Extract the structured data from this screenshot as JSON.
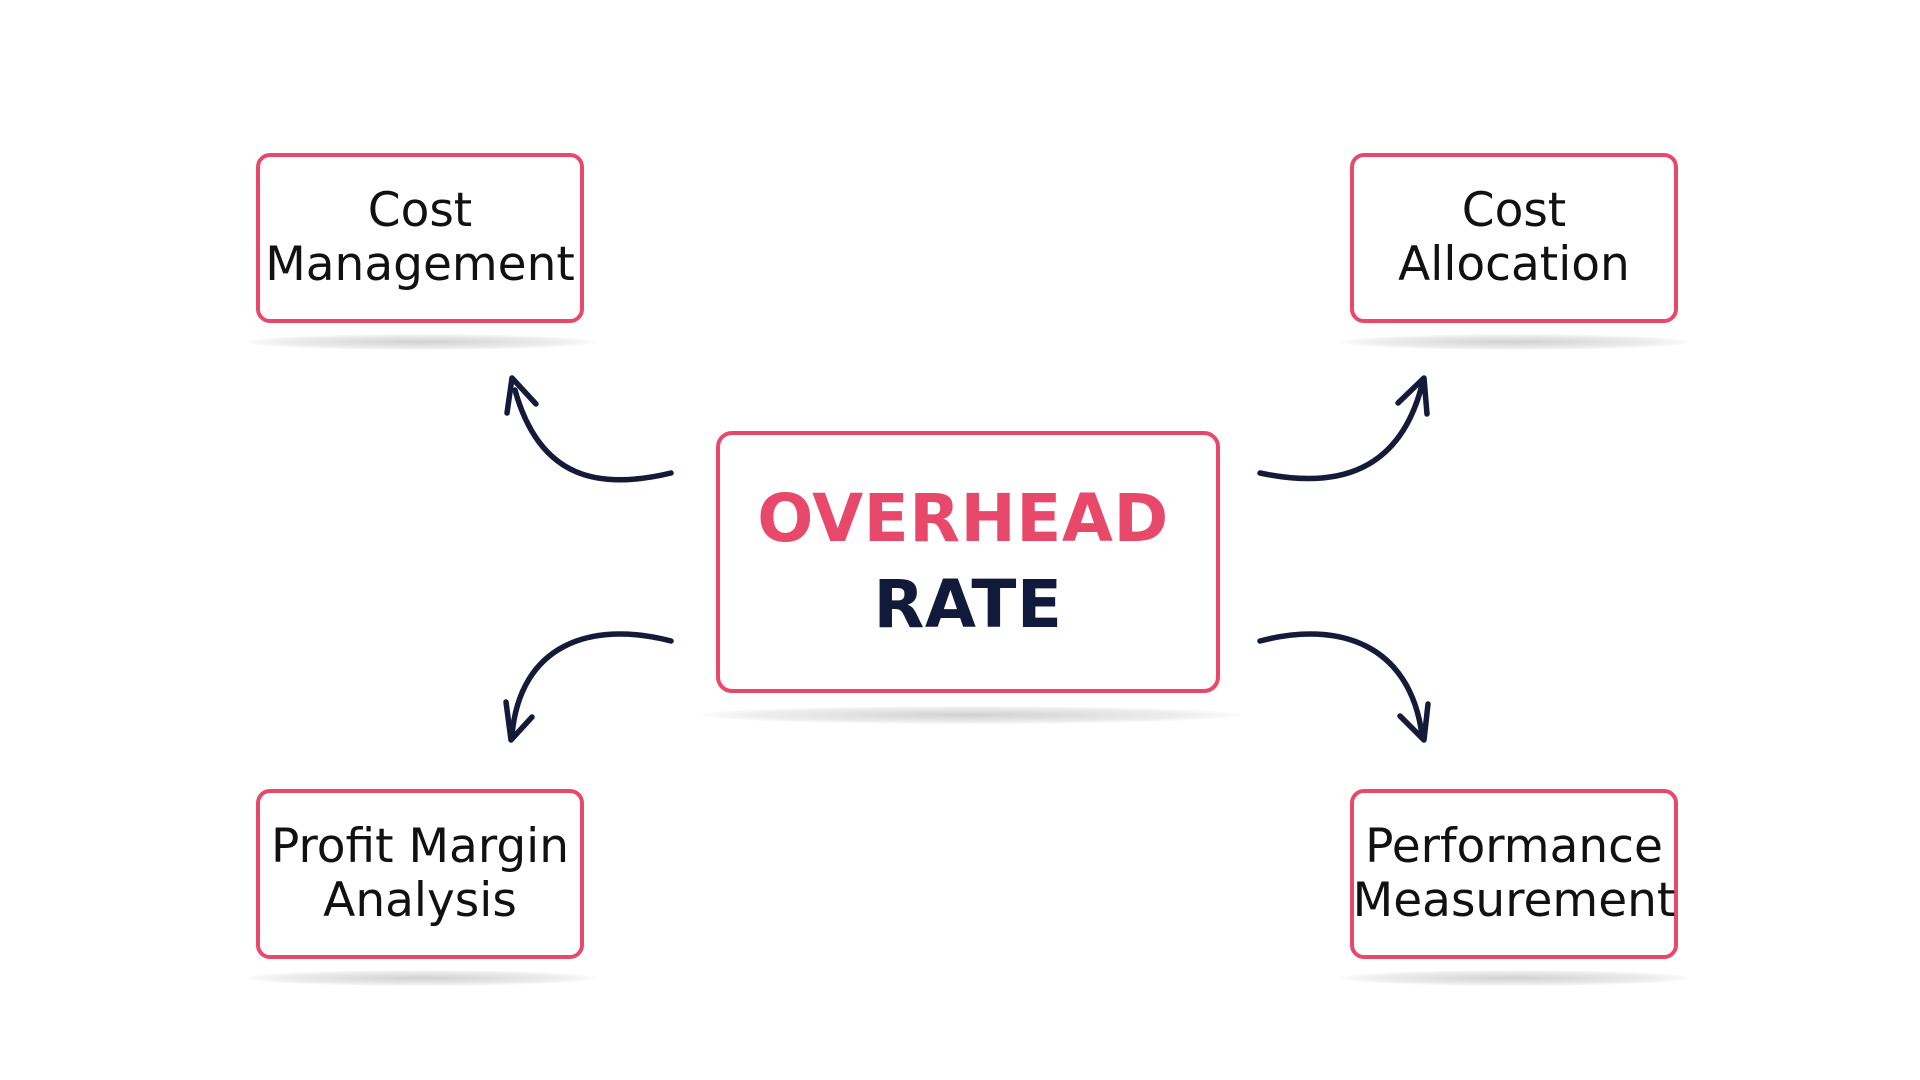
{
  "diagram": {
    "center": {
      "line1": "OVERHEAD",
      "line2": "RATE"
    },
    "nodes": {
      "top_left": {
        "line1": "Cost",
        "line2": "Management"
      },
      "top_right": {
        "line1": "Cost",
        "line2": "Allocation"
      },
      "bottom_left": {
        "line1": "Profit Margin",
        "line2": "Analysis"
      },
      "bottom_right": {
        "line1": "Performance",
        "line2": "Measurement"
      }
    },
    "colors": {
      "accent": "#e8496a",
      "dark_text": "#111a3a",
      "arrow": "#141a3a",
      "background": "#ffffff"
    }
  }
}
